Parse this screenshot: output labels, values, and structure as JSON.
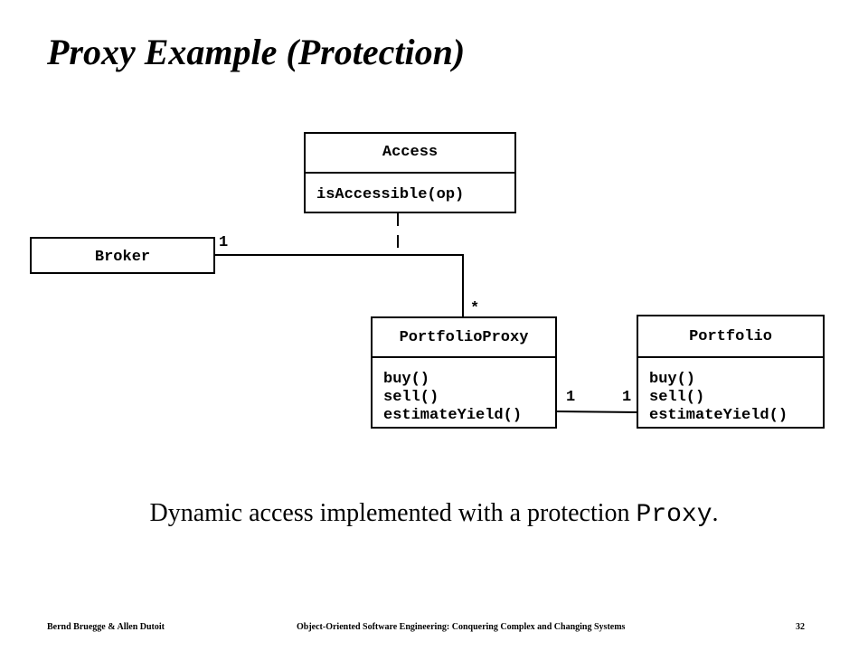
{
  "slide": {
    "title": "Proxy Example (Protection)",
    "caption_text": "Dynamic access implemented with a protection ",
    "caption_code": "Proxy",
    "caption_end": "."
  },
  "diagram": {
    "access": {
      "name": "Access",
      "operations": [
        "isAccessible(op)"
      ]
    },
    "broker": {
      "name": "Broker"
    },
    "portfolio_proxy": {
      "name": "PortfolioProxy",
      "operations": [
        "buy()",
        "sell()",
        "estimateYield()"
      ]
    },
    "portfolio": {
      "name": "Portfolio",
      "operations": [
        "buy()",
        "sell()",
        "estimateYield()"
      ]
    },
    "multiplicities": {
      "broker_end": "1",
      "proxy_end": "*",
      "proxy_portfolio_left": "1",
      "proxy_portfolio_right": "1"
    }
  },
  "footer": {
    "authors": "Bernd Bruegge & Allen Dutoit",
    "book": "Object-Oriented Software Engineering: Conquering Complex and Changing Systems",
    "page": "32"
  }
}
